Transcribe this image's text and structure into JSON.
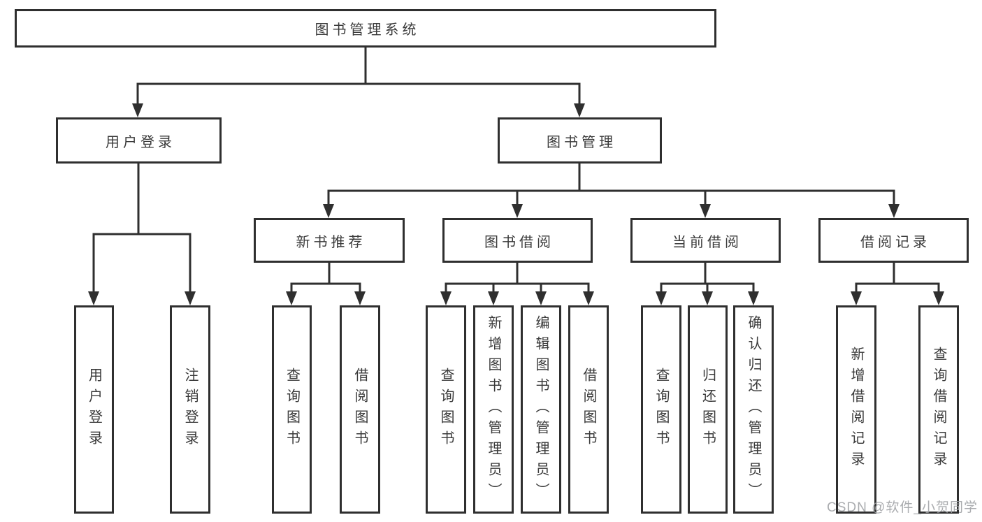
{
  "diagram": {
    "root": {
      "label": "图书管理系统"
    },
    "branches": [
      {
        "label": "用户登录",
        "children": [
          {
            "label": "用户登录"
          },
          {
            "label": "注销登录"
          }
        ]
      },
      {
        "label": "图书管理",
        "children": [
          {
            "label": "新书推荐",
            "children": [
              {
                "label": "查询图书"
              },
              {
                "label": "借阅图书"
              }
            ]
          },
          {
            "label": "图书借阅",
            "children": [
              {
                "label": "查询图书"
              },
              {
                "label": "新增图书（管理员）"
              },
              {
                "label": "编辑图书（管理员）"
              },
              {
                "label": "借阅图书"
              }
            ]
          },
          {
            "label": "当前借阅",
            "children": [
              {
                "label": "查询图书"
              },
              {
                "label": "归还图书"
              },
              {
                "label": "确认归还（管理员）"
              }
            ]
          },
          {
            "label": "借阅记录",
            "children": [
              {
                "label": "新增借阅记录"
              },
              {
                "label": "查询借阅记录"
              }
            ]
          }
        ]
      }
    ]
  },
  "watermark": {
    "text": "CSDN @软件_小贺同学"
  },
  "colors": {
    "line": "#2f2f2f",
    "text": "#3a3a3a",
    "background": "#ffffff",
    "watermark": "#9ea0a4"
  }
}
